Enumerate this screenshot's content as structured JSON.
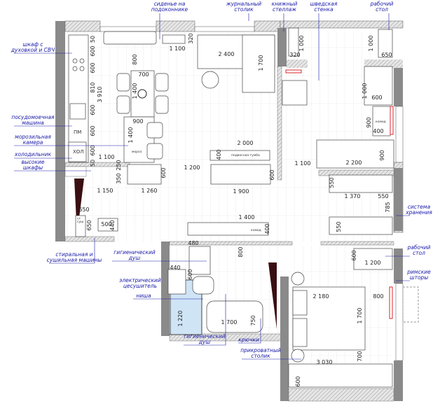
{
  "plan": {
    "colors": {
      "wall": "#8a8a8a",
      "hatch": "#b9b9b9",
      "annotation": "#1a1aa8",
      "radiator": "#d9272e",
      "shower_glass": "#cfe4f5",
      "dark_niche": "#3a0f12"
    },
    "annotations": {
      "top": [
        "сиденье на подоконнике",
        "журнальный столик",
        "книжный стеллаж",
        "шведская стенка",
        "рабочий стол"
      ],
      "left": [
        "шкаф с духовкой и СВЧ",
        "посудомоечная машина",
        "морозильная камера",
        "холодильник",
        "высокие шкафы",
        "стиральная и сушильная машины"
      ],
      "bath": [
        "гигиенический душ",
        "электрический цесушитель",
        "ниша",
        "гигиенический душ",
        "крючки",
        "прикроватный столик"
      ],
      "right": [
        "система хранения",
        "рабочий стол",
        "римские шторы"
      ]
    },
    "room_text": [
      "ПМ",
      "ХОЛ",
      "мороз.",
      "комод",
      "подвесная тумба",
      "ст суш",
      "комод"
    ],
    "dims": [
      "1 100",
      "2 400",
      "700",
      "900",
      "1 100",
      "1 200",
      "2 000",
      "1 900",
      "1 100",
      "2 200",
      "1 150",
      "1 260",
      "650",
      "500",
      "1 400",
      "480",
      "440",
      "1 700",
      "2 180",
      "800",
      "1 200",
      "3 030",
      "1 370",
      "550",
      "600",
      "400",
      "320",
      "650",
      "50",
      "600",
      "600",
      "810",
      "3 910",
      "600",
      "600",
      "600",
      "50",
      "800",
      "1 400",
      "1 400",
      "250",
      "350",
      "600",
      "320",
      "1 700",
      "1 000",
      "1 000",
      "1 000",
      "900",
      "900",
      "400",
      "600",
      "550",
      "785",
      "550",
      "440",
      "650",
      "400",
      "800",
      "600",
      "1 220",
      "750",
      "1 700",
      "700",
      "600",
      "600"
    ]
  }
}
